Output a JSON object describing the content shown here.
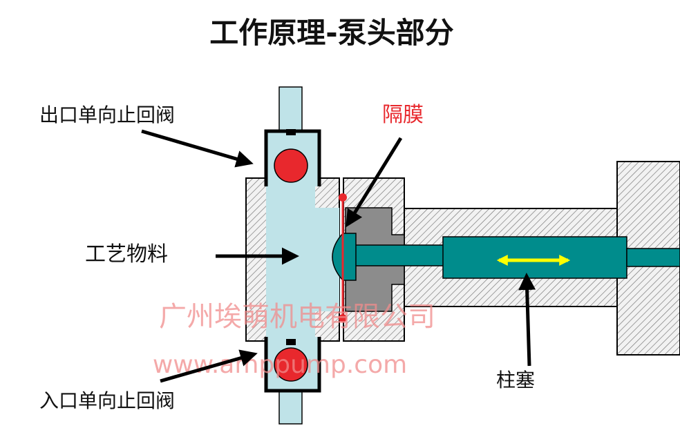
{
  "title": "工作原理-泵头部分",
  "labels": {
    "outlet_valve": "出口单向止回阀",
    "diaphragm": "隔膜",
    "process_fluid": "工艺物料",
    "inlet_valve": "入口单向止回阀",
    "plunger": "柱塞"
  },
  "watermark": {
    "company": "广州埃萌机电有限公司",
    "url": "www.amppump.com"
  },
  "colors": {
    "fluid": "#bfe3e8",
    "plunger": "#008c8c",
    "housing_fill": "#d9d9d9",
    "oil_chamber": "#8c8c8c",
    "diaphragm": "#e8282d",
    "ball": "#e8282d",
    "motion_arrow": "#ffff00",
    "watermark": "#f08c8c"
  }
}
